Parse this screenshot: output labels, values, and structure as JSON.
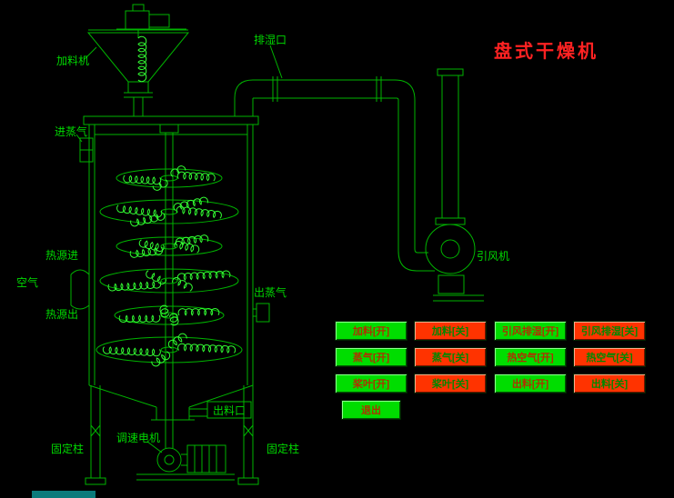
{
  "title": "盘式干燥机",
  "labels": {
    "feeder": "加料机",
    "moisture_outlet": "排湿口",
    "steam_inlet": "进蒸气",
    "heat_source_in": "热源进",
    "air": "空气",
    "heat_source_out": "热源出",
    "steam_outlet": "出蒸气",
    "discharge_outlet": "出料口",
    "speed_motor": "调速电机",
    "fixed_column_left": "固定柱",
    "fixed_column_right": "固定柱",
    "draft_fan": "引风机"
  },
  "buttons": [
    {
      "id": "feed-on",
      "label": "加料[开]",
      "state": "on"
    },
    {
      "id": "feed-off",
      "label": "加料[关]",
      "state": "off"
    },
    {
      "id": "draft-dehumidify-on",
      "label": "引风排湿[开]",
      "state": "on"
    },
    {
      "id": "draft-dehumidify-off",
      "label": "引风排湿[关]",
      "state": "off"
    },
    {
      "id": "steam-on",
      "label": "蒸气[开]",
      "state": "on"
    },
    {
      "id": "steam-off",
      "label": "蒸气[关]",
      "state": "off"
    },
    {
      "id": "hot-air-on",
      "label": "热空气[开]",
      "state": "on"
    },
    {
      "id": "hot-air-off",
      "label": "热空气[关]",
      "state": "off"
    },
    {
      "id": "paddle-on",
      "label": "桨叶[开]",
      "state": "on"
    },
    {
      "id": "paddle-off",
      "label": "桨叶[关]",
      "state": "off"
    },
    {
      "id": "discharge-on",
      "label": "出料[开]",
      "state": "on"
    },
    {
      "id": "discharge-off",
      "label": "出料[关]",
      "state": "off"
    }
  ],
  "exit_button": {
    "label": "退出"
  },
  "colors": {
    "background": "#000000",
    "line_green": "#00b400",
    "coil_green": "#33ff33",
    "label_green": "#00d800",
    "title_red": "#ff2222",
    "button_on_face": "#00dd00",
    "button_on_text": "#b03000",
    "button_off_face": "#ff3300",
    "button_off_text": "#008800"
  }
}
